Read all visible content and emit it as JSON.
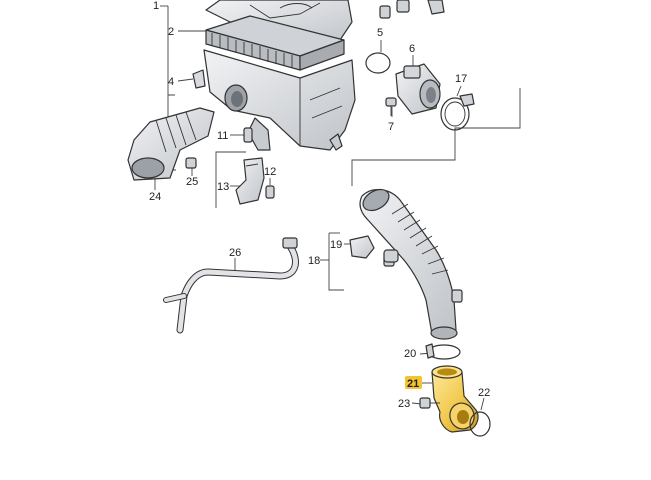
{
  "callouts": [
    "1",
    "2",
    "4",
    "5",
    "6",
    "7",
    "11",
    "12",
    "13",
    "17",
    "18",
    "19",
    "20",
    "21",
    "22",
    "23",
    "24",
    "25",
    "26"
  ],
  "highlight_callout": "21",
  "colors": {
    "highlight_part": "#f2c94c",
    "highlight_dark": "#c99a1f",
    "highlight_badge": "#f4c430",
    "part_fill": "#e4e6e9",
    "part_shade": "#c9ccd1",
    "line": "#333333"
  }
}
